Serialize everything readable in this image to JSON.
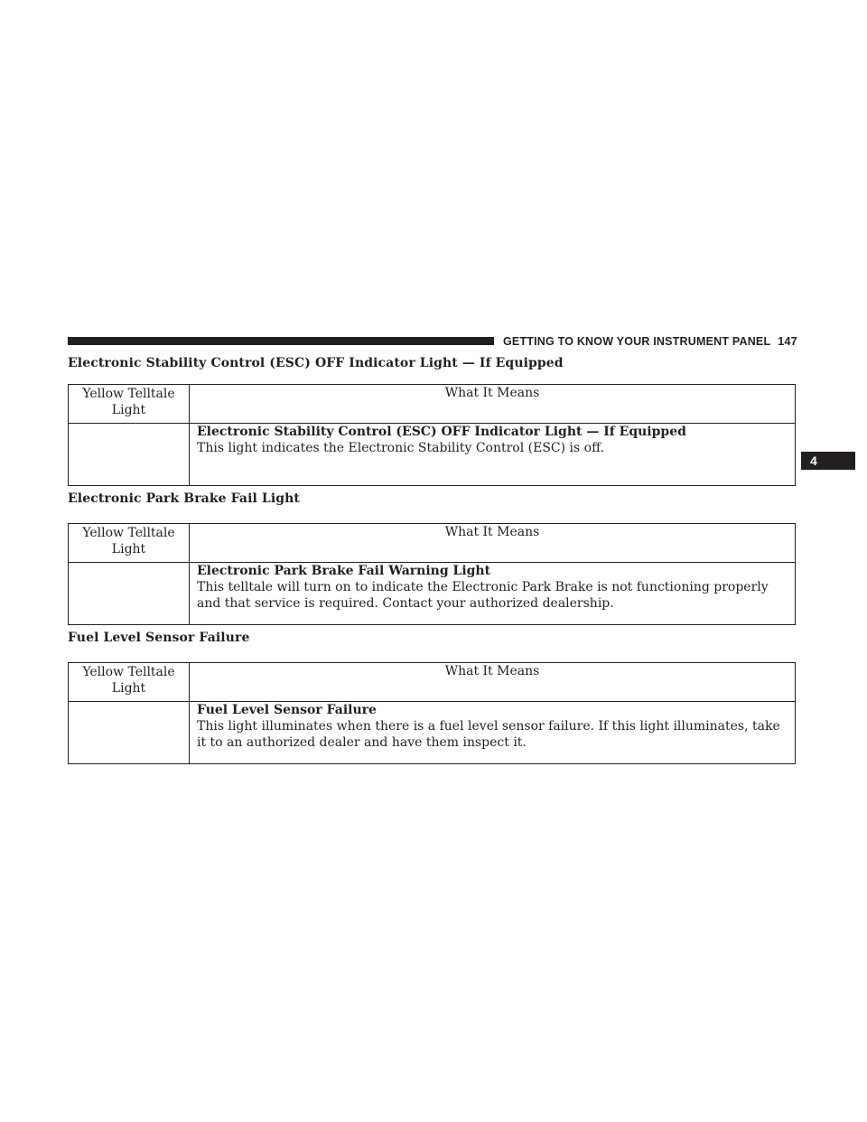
{
  "header": {
    "section_title": "GETTING TO KNOW YOUR INSTRUMENT PANEL",
    "page_number": "147"
  },
  "chapter_tab": "4",
  "sections": [
    {
      "heading": "Electronic Stability Control (ESC) OFF Indicator Light — If Equipped",
      "col_light": "Yellow Telltale Light",
      "col_means": "What It Means",
      "row_title": "Electronic Stability Control (ESC) OFF Indicator Light — If Equipped",
      "row_text": "This light indicates the Electronic Stability Control (ESC) is off."
    },
    {
      "heading": "Electronic Park Brake Fail Light",
      "col_light": "Yellow Telltale Light",
      "col_means": "What It Means",
      "row_title": "Electronic Park Brake Fail Warning Light",
      "row_text": "This telltale will turn on to indicate the Electronic Park Brake is not functioning properly and that service is required. Contact your authorized dealership."
    },
    {
      "heading": "Fuel Level Sensor Failure",
      "col_light": "Yellow Telltale Light",
      "col_means": "What It Means",
      "row_title": "Fuel Level Sensor Failure",
      "row_text": "This light illuminates when there is a fuel level sensor failure. If this light illuminates, take it to an authorized dealer and have them inspect it."
    }
  ]
}
